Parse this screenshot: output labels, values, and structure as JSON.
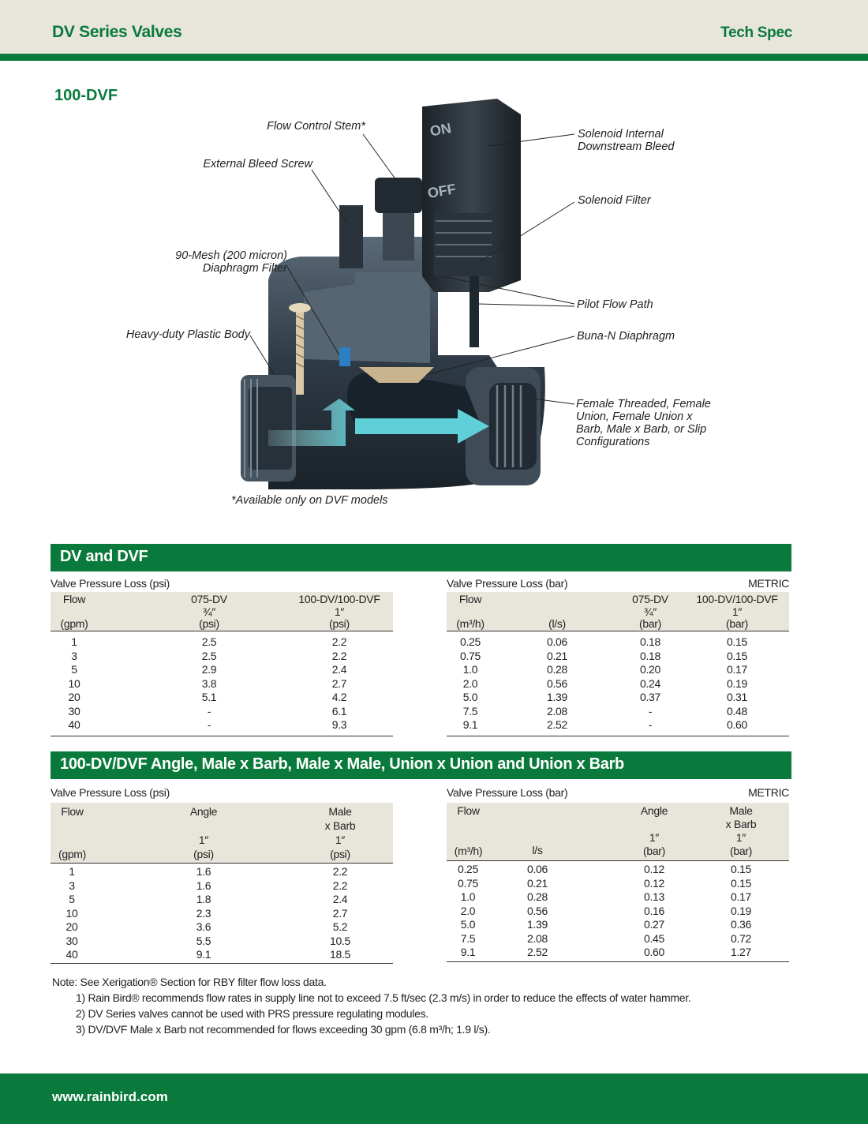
{
  "header": {
    "title": "DV Series Valves",
    "right": "Tech Spec"
  },
  "model_title": "100-DVF",
  "figure": {
    "callouts": {
      "flow_control_stem": "Flow Control Stem*",
      "external_bleed_screw": "External Bleed Screw",
      "mesh_filter": "90-Mesh (200 micron)\nDiaphragm Filter",
      "plastic_body": "Heavy-duty Plastic Body",
      "solenoid_bleed": "Solenoid Internal\nDownstream Bleed",
      "solenoid_filter": "Solenoid Filter",
      "pilot_flow": "Pilot Flow Path",
      "diaphragm": "Buna-N Diaphragm",
      "configurations": "Female Threaded, Female\nUnion, Female Union x\nBarb, Male x Barb, or Slip\nConfigurations",
      "footnote": "*Available only on DVF models"
    },
    "solenoid_on": "ON",
    "solenoid_off": "OFF"
  },
  "section1": {
    "title": "DV and DVF",
    "left": {
      "caption": "Valve Pressure Loss (psi)",
      "headers": {
        "c1": "Flow\n\n(gpm)",
        "c2": "075-DV\n¾″\n(psi)",
        "c3": "100-DV/100-DVF\n1″\n(psi)"
      },
      "rows": [
        [
          "1",
          "2.5",
          "2.2"
        ],
        [
          "3",
          "2.5",
          "2.2"
        ],
        [
          "5",
          "2.9",
          "2.4"
        ],
        [
          "10",
          "3.8",
          "2.7"
        ],
        [
          "20",
          "5.1",
          "4.2"
        ],
        [
          "30",
          "-",
          "6.1"
        ],
        [
          "40",
          "-",
          "9.3"
        ]
      ]
    },
    "right": {
      "caption": "Valve Pressure Loss (bar)",
      "metric": "METRIC",
      "headers": {
        "c1": "Flow\n\n(m³/h)",
        "c2": "(l/s)",
        "c3": "075-DV\n¾″\n(bar)",
        "c4": "100-DV/100-DVF\n1″\n(bar)"
      },
      "rows": [
        [
          "0.25",
          "0.06",
          "0.18",
          "0.15"
        ],
        [
          "0.75",
          "0.21",
          "0.18",
          "0.15"
        ],
        [
          "1.0",
          "0.28",
          "0.20",
          "0.17"
        ],
        [
          "2.0",
          "0.56",
          "0.24",
          "0.19"
        ],
        [
          "5.0",
          "1.39",
          "0.37",
          "0.31"
        ],
        [
          "7.5",
          "2.08",
          "-",
          "0.48"
        ],
        [
          "9.1",
          "2.52",
          "-",
          "0.60"
        ]
      ]
    }
  },
  "section2": {
    "title": "100-DV/DVF Angle, Male x Barb, Male x Male, Union x Union and Union x Barb",
    "left": {
      "caption": "Valve Pressure Loss (psi)",
      "headers": {
        "c1": "Flow\n\n\n(gpm)",
        "c2": "Angle\n\n1″\n(psi)",
        "c3": "Male\nx Barb\n1″\n(psi)"
      },
      "rows": [
        [
          "1",
          "1.6",
          "2.2"
        ],
        [
          "3",
          "1.6",
          "2.2"
        ],
        [
          "5",
          "1.8",
          "2.4"
        ],
        [
          "10",
          "2.3",
          "2.7"
        ],
        [
          "20",
          "3.6",
          "5.2"
        ],
        [
          "30",
          "5.5",
          "10.5"
        ],
        [
          "40",
          "9.1",
          "18.5"
        ]
      ]
    },
    "right": {
      "caption": "Valve Pressure Loss (bar)",
      "metric": "METRIC",
      "headers": {
        "c1": "Flow\n\n\n(m³/h)",
        "c2": "l/s",
        "c3": "Angle\n\n1″\n(bar)",
        "c4": "Male\nx Barb\n1″\n(bar)"
      },
      "rows": [
        [
          "0.25",
          "0.06",
          "0.12",
          "0.15"
        ],
        [
          "0.75",
          "0.21",
          "0.12",
          "0.15"
        ],
        [
          "1.0",
          "0.28",
          "0.13",
          "0.17"
        ],
        [
          "2.0",
          "0.56",
          "0.16",
          "0.19"
        ],
        [
          "5.0",
          "1.39",
          "0.27",
          "0.36"
        ],
        [
          "7.5",
          "2.08",
          "0.45",
          "0.72"
        ],
        [
          "9.1",
          "2.52",
          "0.60",
          "1.27"
        ]
      ]
    }
  },
  "notes": [
    "Note: See Xerigation® Section for RBY filter flow loss data.",
    "1) Rain Bird® recommends flow rates in supply line not to exceed 7.5 ft/sec (2.3 m/s) in order to reduce the effects of water hammer.",
    "2) DV Series valves cannot be used with PRS pressure regulating modules.",
    "3) DV/DVF Male x Barb not recommended for flows exceeding 30 gpm (6.8 m³/h; 1.9 l/s)."
  ],
  "footer": {
    "url": "www.rainbird.com"
  },
  "colors": {
    "brand_green": "#0a7a3c",
    "header_beige": "#e8e5db",
    "flow_arrow": "#5fd0d8"
  }
}
